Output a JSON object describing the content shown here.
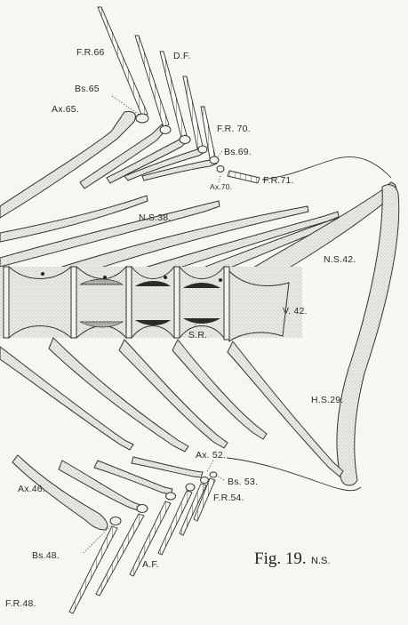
{
  "figure": {
    "caption": "Fig. 19.",
    "caption_suffix": "N.S."
  },
  "labels": {
    "fr66": "F.R.66",
    "df": "D.F.",
    "bs65": "Bs.65",
    "ax65": "Ax.65.",
    "fr70": "F.R. 70.",
    "bs69": "Bs.69.",
    "fr71": "F.R.71.",
    "ax70": "Ax.70.",
    "ns38": "N.S.38.",
    "ns42": "N.S.42.",
    "v42": "V. 42.",
    "sr": "S.R.",
    "hs29": "H.S.29.",
    "ax52": "Ax. 52.",
    "bs53": "Bs. 53.",
    "fr54": "F.R.54.",
    "ax46": "Ax.46.",
    "bs48": "Bs.48.",
    "af": "A.F.",
    "fr48": "F.R.48."
  }
}
